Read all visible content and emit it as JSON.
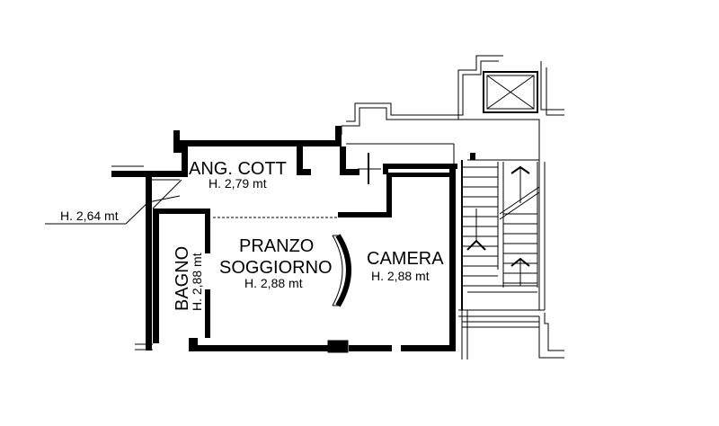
{
  "rooms": {
    "ang_cott": {
      "name": "ANG. COTT",
      "height": "H. 2,79 mt"
    },
    "pranzo": {
      "name_line1": "PRANZO",
      "name_line2": "SOGGIORNO",
      "height": "H. 2,88 mt"
    },
    "camera": {
      "name": "CAMERA",
      "height": "H. 2,88 mt"
    },
    "bagno": {
      "name": "BAGNO",
      "height": "H. 2,88 mt"
    }
  },
  "callouts": {
    "left_height": "H. 2,64 mt"
  },
  "colors": {
    "line": "#000000",
    "background": "#ffffff"
  }
}
